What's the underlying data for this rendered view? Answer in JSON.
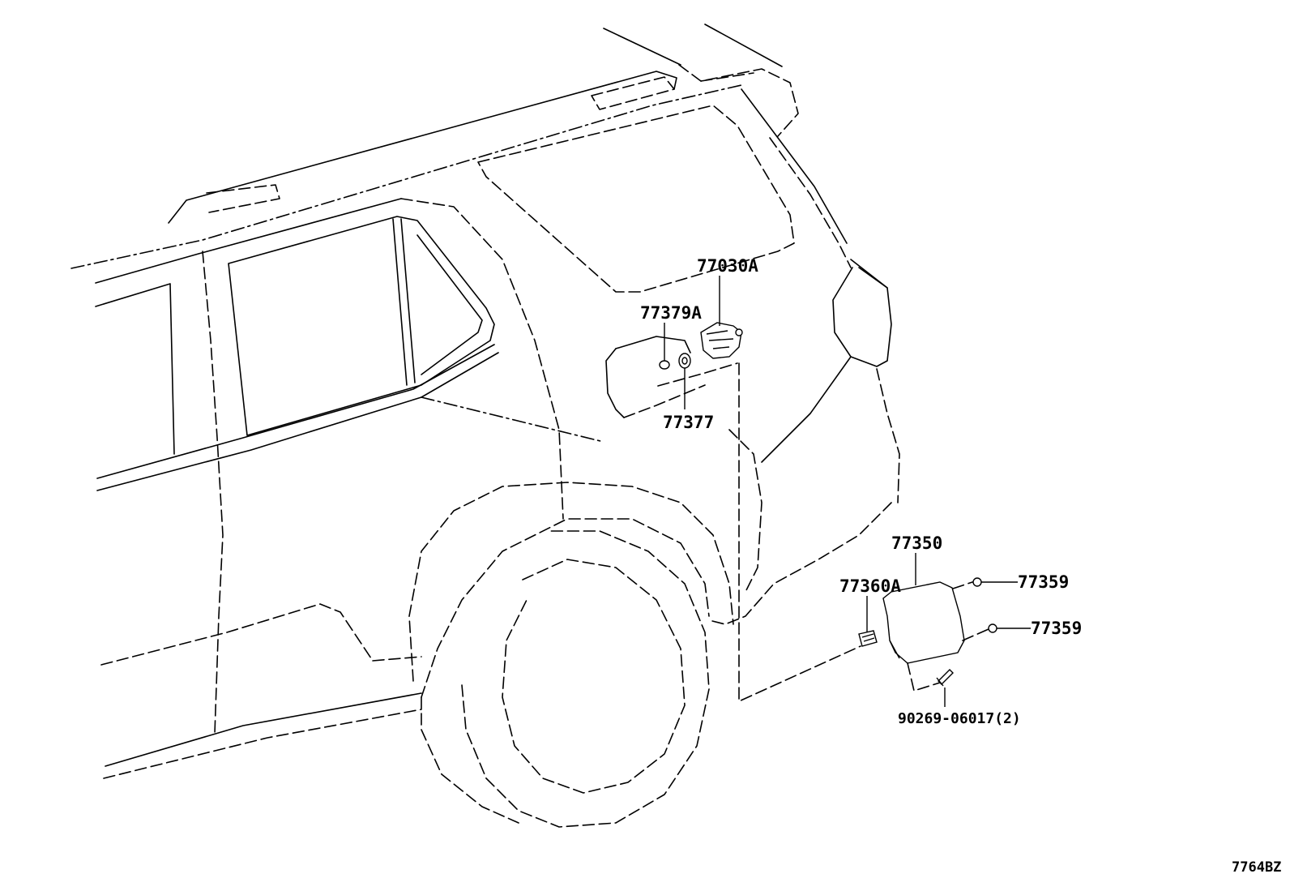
{
  "diagram": {
    "labels": {
      "p77030A": "77030A",
      "p77379A": "77379A",
      "p77377": "77377",
      "p77350": "77350",
      "p77360A": "77360A",
      "p77359_upper": "77359",
      "p77359_lower": "77359",
      "p90269": "90269-06017(2)"
    },
    "code": "7764BZ"
  }
}
